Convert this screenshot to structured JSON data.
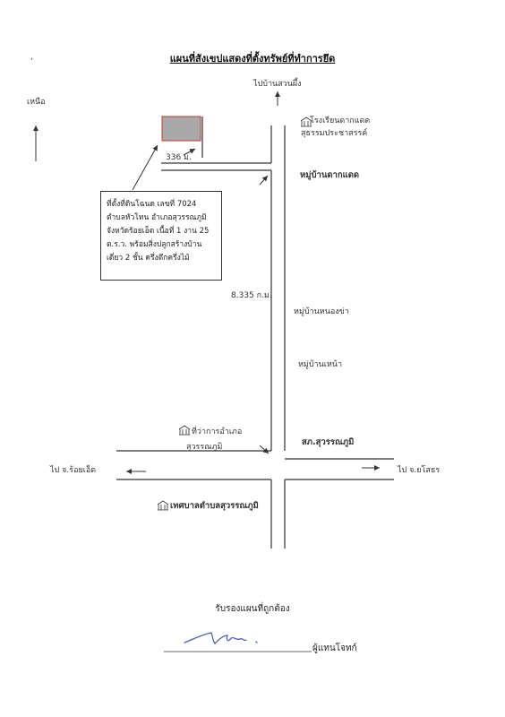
{
  "title": "แผนที่สังเขปแสดงที่ตั้งทรัพย์ที่ทำการยึด",
  "north_label": "เหนือ",
  "labels": {
    "to_ban_suan_phueng": "ไปบ้านสวนผึ้ง",
    "school_line1": "โรงเรียนดากแดด",
    "school_line2": "สุธรรมประชาสรรค์",
    "distance_336": "336 ม.",
    "village_dak_daed": "หมู่บ้านดากแดด",
    "distance_8335": "8.335 ก.ม.",
    "village_nong_kha": "หมู่บ้านหนองข่า",
    "village_nong_na": "หมู่บ้านเหน้า",
    "district_office_line1": "ที่ว่าการอำเภอ",
    "district_office_line2": "สุวรรณภูมิ",
    "police_station": "สภ.สุวรรณภูมิ",
    "to_roi_et": "ไป จ.ร้อยเอ็ด",
    "to_yasothon": "ไป จ.ยโสธร",
    "municipality": "เทศบาลตำบลสุวรรณภูมิ"
  },
  "property_note": {
    "lines": [
      "ที่ตั้งที่ดินโฉนด เลขที่  7024",
      "ตำบลหัวโทน อำเภอสุวรรณภูมิ",
      "จังหวัดร้อยเอ็ด เนื้อที่ 1 งาน 25",
      "ต.ร.ว. พร้อมสิ่งปลูกสร้างบ้าน",
      "เดี่ยว 2 ชั้น ครึ่งตึกครึ่งไม้"
    ]
  },
  "certification": {
    "text": "รับรองแผนที่ถูกต้อง",
    "role": "ผู้แทนโจทก์",
    "signature_ink": "#4a5fb0"
  },
  "colors": {
    "parcel_fill": "#a9a9a9",
    "parcel_border": "#c0392b",
    "road": "#333333"
  }
}
